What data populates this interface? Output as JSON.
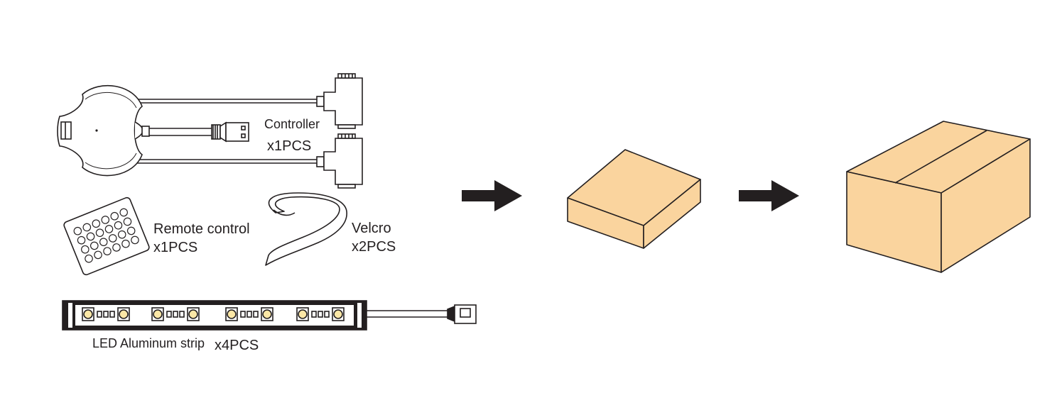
{
  "items": {
    "controller": {
      "name": "Controller",
      "qty": "x1PCS"
    },
    "remote": {
      "name": "Remote control",
      "qty": "x1PCS"
    },
    "velcro": {
      "name": "Velcro",
      "qty": "x2PCS"
    },
    "strip": {
      "name": "LED Aluminum strip",
      "qty": "x4PCS"
    }
  },
  "icons": {
    "arrow": "right-arrow-icon",
    "small_box": "small-box-icon",
    "large_box": "shipping-carton-icon"
  },
  "colors": {
    "line": "#231f20",
    "box_fill": "#fad49e",
    "led_yellow": "#fbe7a6",
    "white": "#ffffff"
  }
}
